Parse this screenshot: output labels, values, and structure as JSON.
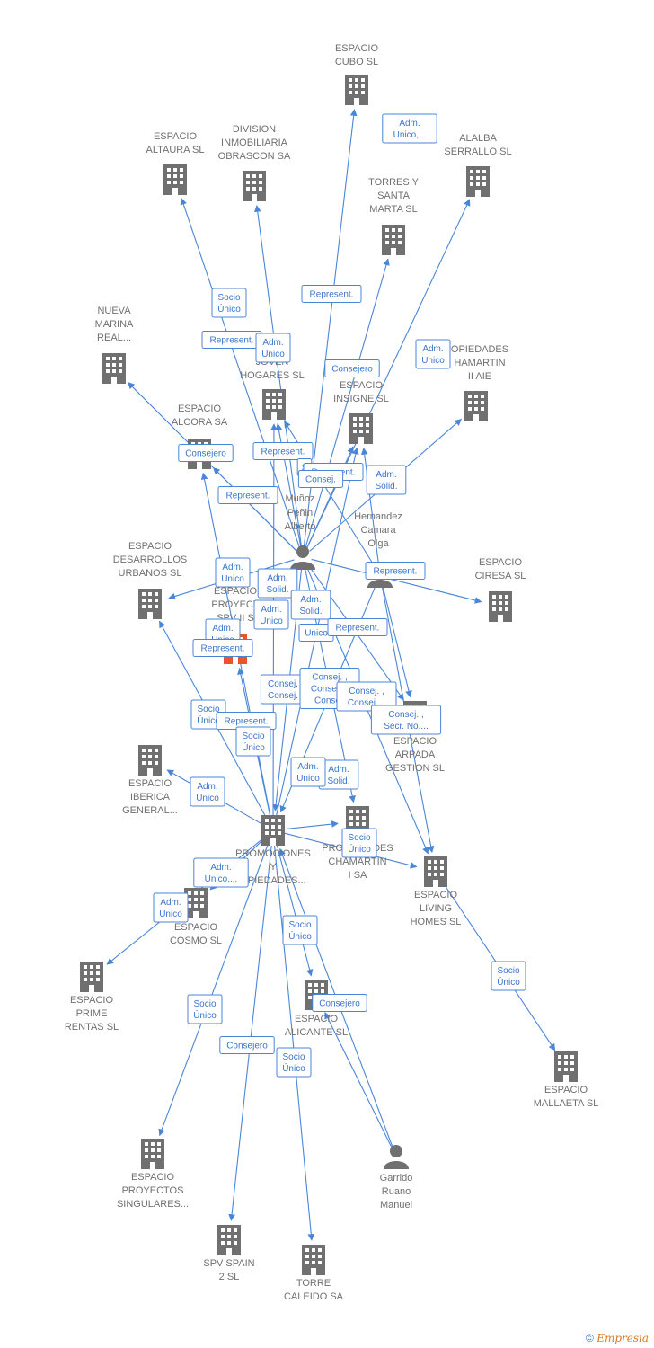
{
  "colors": {
    "edge": "#4a86d8",
    "node": "#707070",
    "focus": "#e8552a",
    "label_text": "#3a75cc"
  },
  "nodes": [
    {
      "id": "cubo",
      "type": "company",
      "lines": [
        "ESPACIO",
        "CUBO  SL"
      ]
    },
    {
      "id": "altaura",
      "type": "company",
      "lines": [
        "ESPACIO",
        "ALTAURA  SL"
      ]
    },
    {
      "id": "division",
      "type": "company",
      "lines": [
        "DIVISION",
        "INMOBILIARIA",
        "OBRASCON SA"
      ]
    },
    {
      "id": "alalba",
      "type": "company",
      "lines": [
        "ALALBA",
        "SERRALLO  SL"
      ]
    },
    {
      "id": "torres",
      "type": "company",
      "lines": [
        "TORRES Y",
        "SANTA",
        "MARTA  SL"
      ]
    },
    {
      "id": "nueva",
      "type": "company",
      "lines": [
        "NUEVA",
        "MARINA",
        "REAL..."
      ]
    },
    {
      "id": "joven",
      "type": "company",
      "lines": [
        "B",
        "JOVEN",
        "HOGARES SL"
      ]
    },
    {
      "id": "propchamartin2",
      "type": "company",
      "lines": [
        "OPIEDADES",
        "HAMARTIN",
        "II AIE"
      ]
    },
    {
      "id": "alcora",
      "type": "company",
      "lines": [
        "ESPACIO",
        "ALCORA SA"
      ]
    },
    {
      "id": "insigne",
      "type": "company",
      "lines": [
        "ESPACIO",
        "INSIGNE SL"
      ]
    },
    {
      "id": "munoz",
      "type": "person",
      "lines": [
        "Muñoz",
        "Peñin",
        "Alberto"
      ]
    },
    {
      "id": "hernandez",
      "type": "person",
      "lines": [
        "Hernandez",
        "Camara",
        "Olga"
      ]
    },
    {
      "id": "desarrollos",
      "type": "company",
      "lines": [
        "ESPACIO",
        "DESARROLLOS",
        "URBANOS SL"
      ]
    },
    {
      "id": "ciresa",
      "type": "company",
      "lines": [
        "ESPACIO",
        "CIRESA SL"
      ]
    },
    {
      "id": "proyectos",
      "type": "focus",
      "lines": [
        "ESPACIO",
        "PROYECT",
        "SPV II  S"
      ]
    },
    {
      "id": "arpada",
      "type": "company",
      "lines": [
        "ESPACIO",
        "ARPADA",
        "GESTION SL"
      ]
    },
    {
      "id": "iberica",
      "type": "company",
      "lines": [
        "ESPACIO",
        "IBERICA",
        "GENERAL..."
      ]
    },
    {
      "id": "promociones",
      "type": "company",
      "lines": [
        "PROMOCIONES",
        "Y",
        "OPIEDADES..."
      ]
    },
    {
      "id": "propchamartin1",
      "type": "company",
      "lines": [
        "PROPIEDADES",
        "CHAMARTIN",
        "I SA"
      ]
    },
    {
      "id": "living",
      "type": "company",
      "lines": [
        "ESPACIO",
        "LIVING",
        "HOMES  SL"
      ]
    },
    {
      "id": "cosmo",
      "type": "company",
      "lines": [
        "ESPACIO",
        "COSMO  SL"
      ]
    },
    {
      "id": "prime",
      "type": "company",
      "lines": [
        "ESPACIO",
        "PRIME",
        "RENTAS SL"
      ]
    },
    {
      "id": "alicante",
      "type": "company",
      "lines": [
        "ESPACIO",
        "ALICANTE SL"
      ]
    },
    {
      "id": "mallaeta",
      "type": "company",
      "lines": [
        "ESPACIO",
        "MALLAETA  SL"
      ]
    },
    {
      "id": "garrido",
      "type": "person",
      "lines": [
        "Garrido",
        "Ruano",
        "Manuel"
      ]
    },
    {
      "id": "singulares",
      "type": "company",
      "lines": [
        "ESPACIO",
        "PROYECTOS",
        "SINGULARES..."
      ]
    },
    {
      "id": "spv2",
      "type": "company",
      "lines": [
        "SPV SPAIN",
        "2  SL"
      ]
    },
    {
      "id": "caleido",
      "type": "company",
      "lines": [
        "TORRE",
        "CALEIDO SA"
      ]
    }
  ],
  "edge_labels": [
    {
      "lines": [
        "Adm.",
        "Unico,..."
      ]
    },
    {
      "lines": [
        "Socio",
        "Único"
      ]
    },
    {
      "lines": [
        "Represent."
      ]
    },
    {
      "lines": [
        "Represent."
      ]
    },
    {
      "lines": [
        "Adm.",
        "Unico"
      ]
    },
    {
      "lines": [
        "Consejero"
      ]
    },
    {
      "lines": [
        "Adm.",
        "Unico"
      ]
    },
    {
      "lines": [
        "Consejero"
      ]
    },
    {
      "lines": [
        "Represent."
      ]
    },
    {
      "lines": [
        "S"
      ]
    },
    {
      "lines": [
        "Represent."
      ]
    },
    {
      "lines": [
        "Consej."
      ]
    },
    {
      "lines": [
        "Adm.",
        "Solid."
      ]
    },
    {
      "lines": [
        "Represent."
      ]
    },
    {
      "lines": [
        "Adm.",
        "Unico"
      ]
    },
    {
      "lines": [
        "Adm.",
        "Solid."
      ]
    },
    {
      "lines": [
        "Represent."
      ]
    },
    {
      "lines": [
        "Adm.",
        "Unico"
      ]
    },
    {
      "lines": [
        "Adm.",
        "Solid."
      ]
    },
    {
      "lines": [
        "Adm.",
        "Unico"
      ]
    },
    {
      "lines": [
        "Unico"
      ]
    },
    {
      "lines": [
        "Represent."
      ]
    },
    {
      "lines": [
        "Represent."
      ]
    },
    {
      "lines": [
        "Consej.",
        "Consej."
      ]
    },
    {
      "lines": [
        "Consej. ,",
        "Consej....",
        "Consej."
      ]
    },
    {
      "lines": [
        "Consej. ,",
        "Consej...."
      ]
    },
    {
      "lines": [
        "Consej. ,",
        "Secr. No...."
      ]
    },
    {
      "lines": [
        "Socio",
        "Único"
      ]
    },
    {
      "lines": [
        "Represent."
      ]
    },
    {
      "lines": [
        "Socio",
        "Único"
      ]
    },
    {
      "lines": [
        "Adm.",
        "Unico"
      ]
    },
    {
      "lines": [
        "Adm.",
        "Solid."
      ]
    },
    {
      "lines": [
        "Adm.",
        "Unico"
      ]
    },
    {
      "lines": [
        "Socio",
        "Único"
      ]
    },
    {
      "lines": [
        "Adm.",
        "Unico,..."
      ]
    },
    {
      "lines": [
        "Adm.",
        "Unico"
      ]
    },
    {
      "lines": [
        "Socio",
        "Único"
      ]
    },
    {
      "lines": [
        "Socio",
        "Único"
      ]
    },
    {
      "lines": [
        "Consejero"
      ]
    },
    {
      "lines": [
        "Socio",
        "Único"
      ]
    },
    {
      "lines": [
        "Consejero"
      ]
    },
    {
      "lines": [
        "Socio",
        "Único"
      ]
    }
  ],
  "footer": {
    "copyright": "©",
    "brand": "Empresia"
  }
}
